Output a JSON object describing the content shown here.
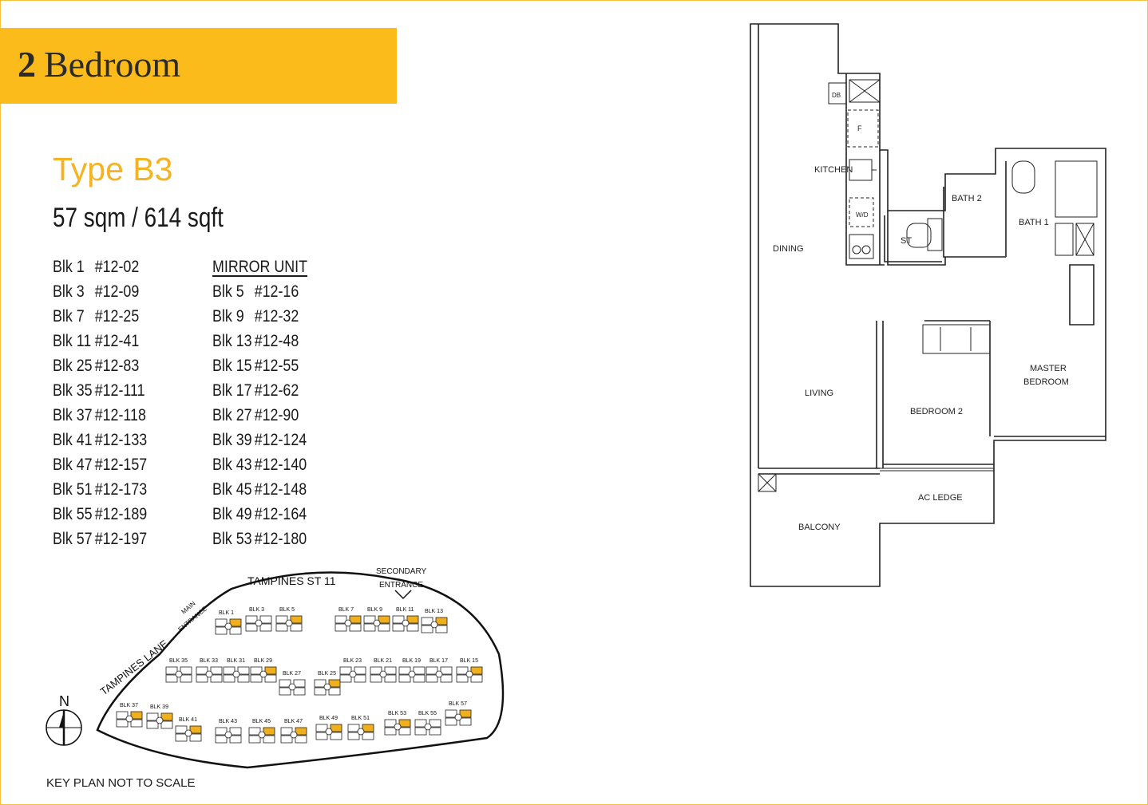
{
  "header": {
    "bedroom_number": "2",
    "bedroom_label": "Bedroom"
  },
  "unit_type": {
    "title": "Type B3",
    "area": "57 sqm / 614 sqft"
  },
  "units": {
    "mirror_heading": "MIRROR UNIT",
    "standard": [
      {
        "blk": "Blk 1",
        "unit": "#12-02"
      },
      {
        "blk": "Blk 3",
        "unit": "#12-09"
      },
      {
        "blk": "Blk 7",
        "unit": "#12-25"
      },
      {
        "blk": "Blk 11",
        "unit": "#12-41"
      },
      {
        "blk": "Blk 25",
        "unit": "#12-83"
      },
      {
        "blk": "Blk 35",
        "unit": "#12-111"
      },
      {
        "blk": "Blk 37",
        "unit": "#12-118"
      },
      {
        "blk": "Blk 41",
        "unit": "#12-133"
      },
      {
        "blk": "Blk 47",
        "unit": "#12-157"
      },
      {
        "blk": "Blk 51",
        "unit": "#12-173"
      },
      {
        "blk": "Blk 55",
        "unit": "#12-189"
      },
      {
        "blk": "Blk 57",
        "unit": "#12-197"
      }
    ],
    "mirror": [
      {
        "blk": "Blk 5",
        "unit": "#12-16"
      },
      {
        "blk": "Blk 9",
        "unit": "#12-32"
      },
      {
        "blk": "Blk 13",
        "unit": "#12-48"
      },
      {
        "blk": "Blk 15",
        "unit": "#12-55"
      },
      {
        "blk": "Blk 17",
        "unit": "#12-62"
      },
      {
        "blk": "Blk 27",
        "unit": "#12-90"
      },
      {
        "blk": "Blk 39",
        "unit": "#12-124"
      },
      {
        "blk": "Blk 43",
        "unit": "#12-140"
      },
      {
        "blk": "Blk 45",
        "unit": "#12-148"
      },
      {
        "blk": "Blk 49",
        "unit": "#12-164"
      },
      {
        "blk": "Blk 53",
        "unit": "#12-180"
      }
    ]
  },
  "key_plan": {
    "street_top": "TAMPINES ST 11",
    "street_left": "TAMPINES LANE",
    "secondary_entrance_1": "SECONDARY",
    "secondary_entrance_2": "ENTRANCE",
    "main_entrance_1": "MAIN",
    "main_entrance_2": "ENTRANCE",
    "north": "N",
    "note": "KEY PLAN NOT TO SCALE",
    "highlight_color": "#f0b01e",
    "blocks": [
      {
        "label": "BLK 1"
      },
      {
        "label": "BLK 3"
      },
      {
        "label": "BLK 5"
      },
      {
        "label": "BLK 7"
      },
      {
        "label": "BLK 9"
      },
      {
        "label": "BLK 11"
      },
      {
        "label": "BLK 13"
      },
      {
        "label": "BLK 35"
      },
      {
        "label": "BLK 33"
      },
      {
        "label": "BLK 31"
      },
      {
        "label": "BLK 29"
      },
      {
        "label": "BLK 27"
      },
      {
        "label": "BLK 25"
      },
      {
        "label": "BLK 23"
      },
      {
        "label": "BLK 21"
      },
      {
        "label": "BLK 19"
      },
      {
        "label": "BLK 17"
      },
      {
        "label": "BLK 15"
      },
      {
        "label": "BLK 37"
      },
      {
        "label": "BLK 39"
      },
      {
        "label": "BLK 41"
      },
      {
        "label": "BLK 43"
      },
      {
        "label": "BLK 45"
      },
      {
        "label": "BLK 47"
      },
      {
        "label": "BLK 49"
      },
      {
        "label": "BLK 51"
      },
      {
        "label": "BLK 53"
      },
      {
        "label": "BLK 55"
      },
      {
        "label": "BLK 57"
      }
    ]
  },
  "floor_plan": {
    "rooms": {
      "db": "DB",
      "f": "F",
      "kitchen": "KITCHEN",
      "wd": "W/D",
      "st": "ST",
      "bath2": "BATH 2",
      "bath1": "BATH 1",
      "dining": "DINING",
      "living": "LIVING",
      "bedroom2": "BEDROOM 2",
      "master1": "MASTER",
      "master2": "BEDROOM",
      "ac_ledge": "AC LEDGE",
      "balcony": "BALCONY"
    }
  },
  "colors": {
    "banner": "#fbbb1b",
    "title": "#f5b324",
    "border": "#f3c13a"
  }
}
